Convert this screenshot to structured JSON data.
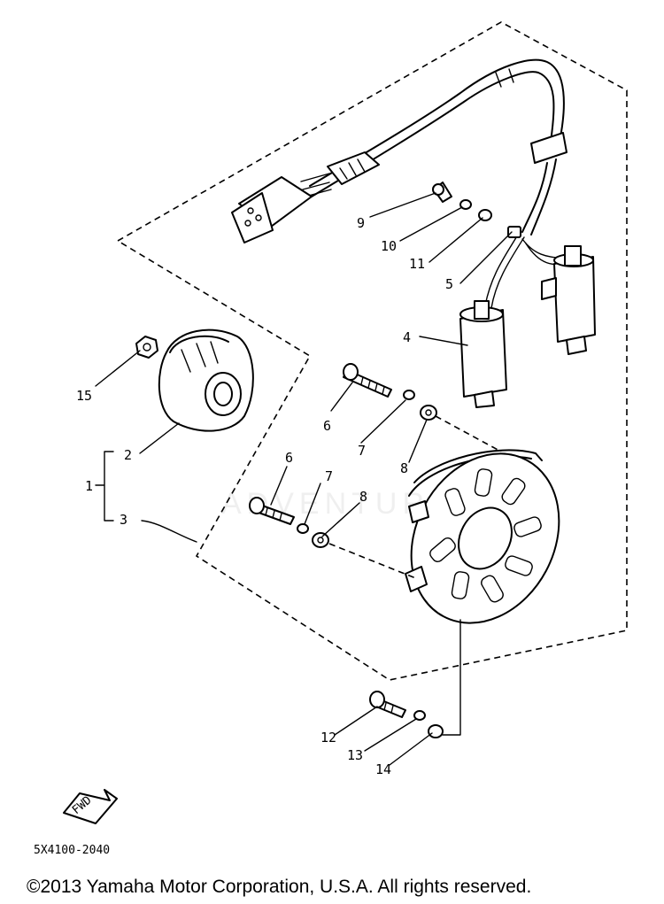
{
  "callouts": [
    {
      "id": "c1",
      "text": "1"
    },
    {
      "id": "c2",
      "text": "2"
    },
    {
      "id": "c3",
      "text": "3"
    },
    {
      "id": "c4",
      "text": "4"
    },
    {
      "id": "c5",
      "text": "5"
    },
    {
      "id": "c6a",
      "text": "6"
    },
    {
      "id": "c6b",
      "text": "6"
    },
    {
      "id": "c7a",
      "text": "7"
    },
    {
      "id": "c7b",
      "text": "7"
    },
    {
      "id": "c8a",
      "text": "8"
    },
    {
      "id": "c8b",
      "text": "8"
    },
    {
      "id": "c9",
      "text": "9"
    },
    {
      "id": "c10",
      "text": "10"
    },
    {
      "id": "c11",
      "text": "11"
    },
    {
      "id": "c12",
      "text": "12"
    },
    {
      "id": "c13",
      "text": "13"
    },
    {
      "id": "c14",
      "text": "14"
    },
    {
      "id": "c15",
      "text": "15"
    }
  ],
  "fwd_label": "FWD",
  "diagram_code": "5X4100-2040",
  "copyright": "©2013 Yamaha Motor Corporation, U.S.A. All rights reserved.",
  "watermark": "ADVENTURE"
}
